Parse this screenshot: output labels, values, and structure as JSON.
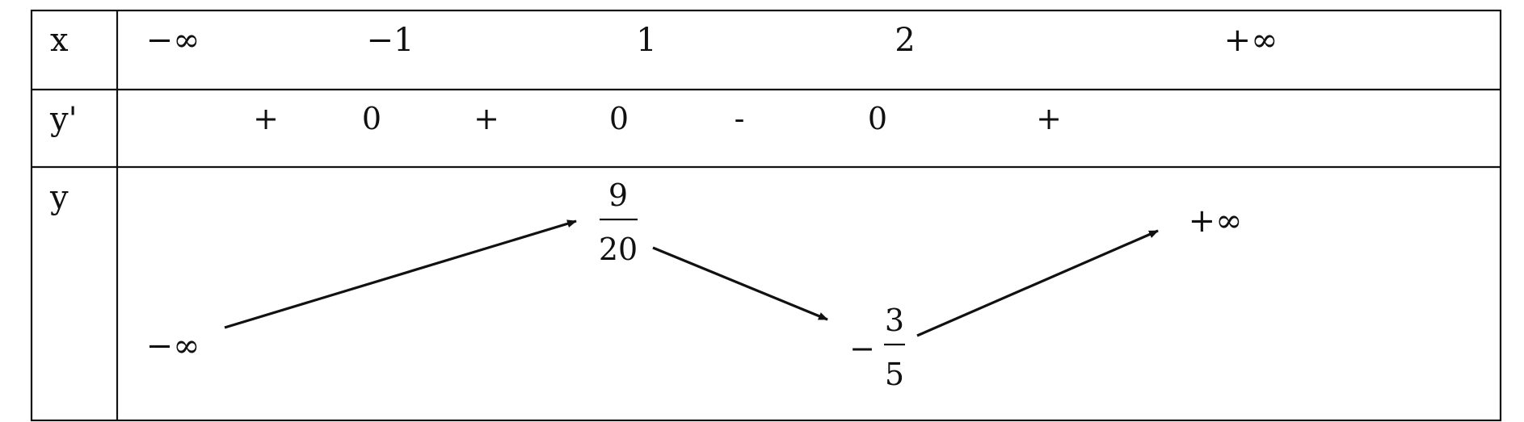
{
  "table": {
    "row_labels": {
      "x": "x",
      "y_prime": "y'",
      "y": "y"
    },
    "x_values": [
      "−∞",
      "−1",
      "1",
      "2",
      "+∞"
    ],
    "derivative_signs": [
      "+",
      "0",
      "+",
      "0",
      "-",
      "0",
      "+"
    ],
    "y_values": {
      "start": "−∞",
      "max_numerator": "9",
      "max_denominator": "20",
      "min_sign": "−",
      "min_numerator": "3",
      "min_denominator": "5",
      "end": "+∞"
    },
    "variation": [
      "increasing",
      "decreasing",
      "increasing"
    ]
  }
}
